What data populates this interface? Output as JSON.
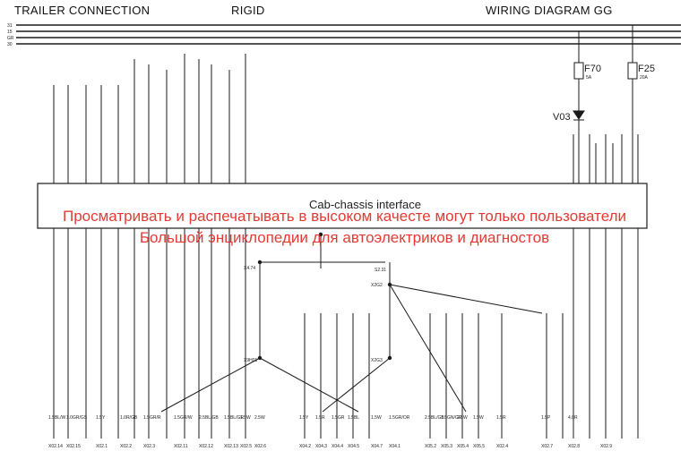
{
  "header": {
    "left": "TRAILER CONNECTION",
    "center": "RIGID",
    "right": "WIRING DIAGRAM GG"
  },
  "bus_labels": [
    "31",
    "15",
    "GR",
    "30"
  ],
  "interface_label": "Cab-chassis interface",
  "watermark": {
    "line1": "Просматривать и распечатывать в высоком качесте могут только пользователи",
    "line2": "Большой энциклопедии для автоэлектриков и диагностов"
  },
  "fuses": [
    {
      "id": "F70",
      "rating": "5A"
    },
    {
      "id": "F25",
      "rating": "20A"
    }
  ],
  "diode": "V03",
  "junctions": [
    "X4.74",
    "S2.31",
    "X2G2",
    "X9H01",
    "X2G3"
  ],
  "bottom_wire_labels": [
    "1.5BL/W",
    "1.0GR/GS",
    "1.5Y",
    "1.0R/GB",
    "1.5GR/R",
    "1.5GR/W",
    "2.5BL/GB",
    "1.5BL/GR",
    "1.5W",
    "2.5W",
    "1.5Y",
    "1.5R",
    "1.5GR",
    "1.5BL",
    "1.5W",
    "1.5GR/OR",
    "2.5BL/GB",
    "1.5GN/GR",
    "2.5W",
    "1.5W",
    "1.5R",
    "1.5P",
    "4.0R"
  ],
  "bottom_connectors": [
    "X02.14",
    "X02.15",
    "X02.1",
    "X02.2",
    "X02.3",
    "X02.11",
    "X02.12",
    "X02.13",
    "X02.5",
    "X02.6",
    "X04.2",
    "X04.3",
    "X04.4",
    "X04.5",
    "X04.7",
    "X04.1",
    "X05.2",
    "X05.3",
    "X05.4",
    "X05.5",
    "X02.4",
    "X02.7",
    "X02.8",
    "X02.9"
  ],
  "colors": {
    "wire": "#1a1a1a",
    "watermark": "#e0261f",
    "background": "#ffffff"
  }
}
